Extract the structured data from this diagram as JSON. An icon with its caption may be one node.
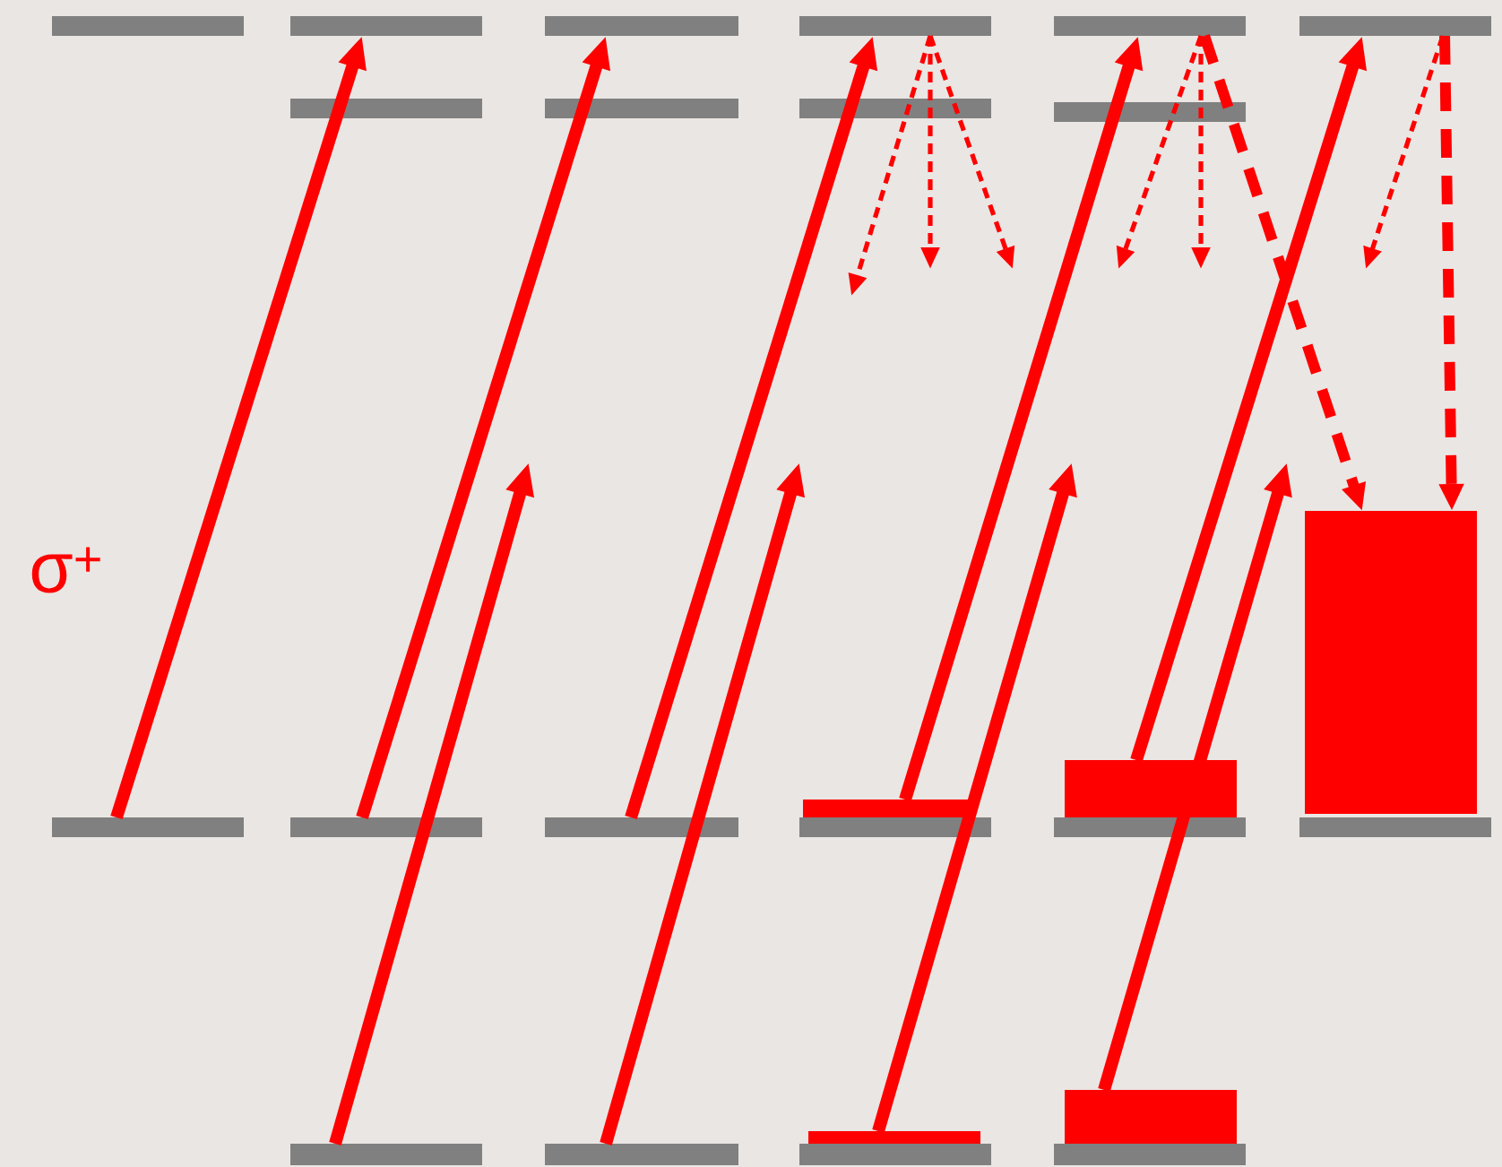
{
  "diagram": {
    "nodes": [
      {
        "text": [],
        "shape": "bar"
      },
      {
        "text": [],
        "shape": "bar"
      },
      {
        "text": [],
        "shape": "bar"
      },
      {
        "text": [],
        "shape": "bar"
      },
      {
        "text": [],
        "shape": "bar"
      },
      {
        "text": [],
        "shape": "bar"
      },
      {
        "text": [],
        "shape": "bar"
      },
      {
        "text": [],
        "shape": "bar"
      },
      {
        "text": [],
        "shape": "bar"
      },
      {
        "text": [],
        "shape": "bar"
      },
      {
        "text": [],
        "shape": "bar"
      },
      {
        "text": [],
        "shape": "bar"
      },
      {
        "text": [],
        "shape": "box"
      },
      {
        "text": [],
        "shape": "bar"
      },
      {
        "text": [],
        "shape": "box"
      },
      {
        "text": [],
        "shape": "bar"
      },
      {
        "text": [],
        "shape": "bar"
      },
      {
        "text": [],
        "shape": "bar"
      },
      {
        "text": [],
        "shape": "box"
      },
      {
        "text": [],
        "shape": "bar"
      },
      {
        "text": [],
        "shape": "box"
      },
      {
        "text": [],
        "shape": "bar"
      },
      {
        "text": [],
        "shape": "bar"
      },
      {
        "text": [],
        "shape": "box"
      },
      {
        "text": [],
        "shape": "bar"
      }
    ],
    "edges": [
      {
        "from": 1,
        "to": 2,
        "arrow": "to"
      },
      {
        "from": 4,
        "to": 6,
        "arrow": "to"
      },
      {
        "from": 8,
        "to": 10,
        "arrow": "to"
      },
      {
        "from": 12,
        "to": 16,
        "arrow": "to"
      },
      {
        "from": 18,
        "to": 22,
        "arrow": "to"
      },
      {
        "from": 5,
        "to": null,
        "arrow": "to"
      },
      {
        "from": 9,
        "to": null,
        "arrow": "to"
      },
      {
        "from": 14,
        "to": null,
        "arrow": "to"
      },
      {
        "from": 20,
        "to": null,
        "arrow": "to"
      },
      {
        "from": 10,
        "to": null,
        "arrow": "to",
        "style": "dashed"
      },
      {
        "from": 10,
        "to": null,
        "arrow": "to",
        "style": "dashed"
      },
      {
        "from": 10,
        "to": null,
        "arrow": "to",
        "style": "dashed"
      },
      {
        "from": 16,
        "to": null,
        "arrow": "to",
        "style": "dashed"
      },
      {
        "from": 16,
        "to": null,
        "arrow": "to",
        "style": "dashed"
      },
      {
        "from": 16,
        "to": 23,
        "arrow": "to",
        "style": "dashed"
      },
      {
        "from": 22,
        "to": null,
        "arrow": "to",
        "style": "dashed"
      },
      {
        "from": 22,
        "to": 23,
        "arrow": "to",
        "style": "dashed"
      }
    ],
    "labels": [
      "σ$^{+}$"
    ]
  }
}
